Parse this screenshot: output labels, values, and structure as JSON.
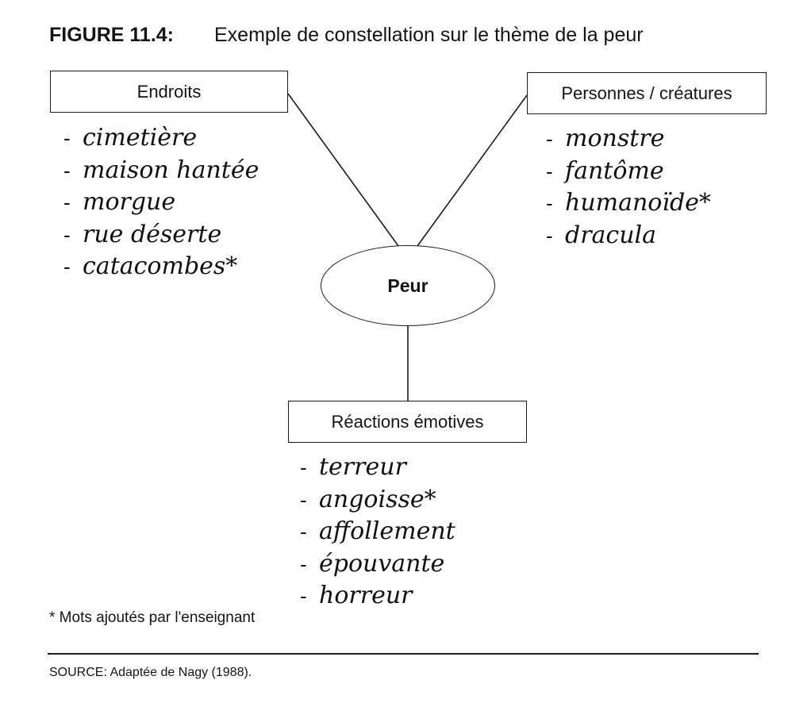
{
  "figure": {
    "number": "FIGURE 11.4:",
    "title": "Exemple de constellation sur le thème de la peur"
  },
  "center": {
    "label": "Peur"
  },
  "categories": [
    {
      "label": "Endroits",
      "items": [
        "cimetière",
        "maison hantée",
        "morgue",
        "rue déserte",
        "catacombes*"
      ]
    },
    {
      "label": "Personnes / créatures",
      "items": [
        "monstre",
        "fantôme",
        "humanoïde*",
        "dracula"
      ]
    },
    {
      "label": "Réactions émotives",
      "items": [
        "terreur",
        "angoisse*",
        "affollement",
        "épouvante",
        "horreur"
      ]
    }
  ],
  "footnote": "* Mots ajoutés par l'enseignant",
  "source": "SOURCE: Adaptée de Nagy (1988).",
  "colors": {
    "ink": "#141414",
    "background": "#ffffff"
  }
}
